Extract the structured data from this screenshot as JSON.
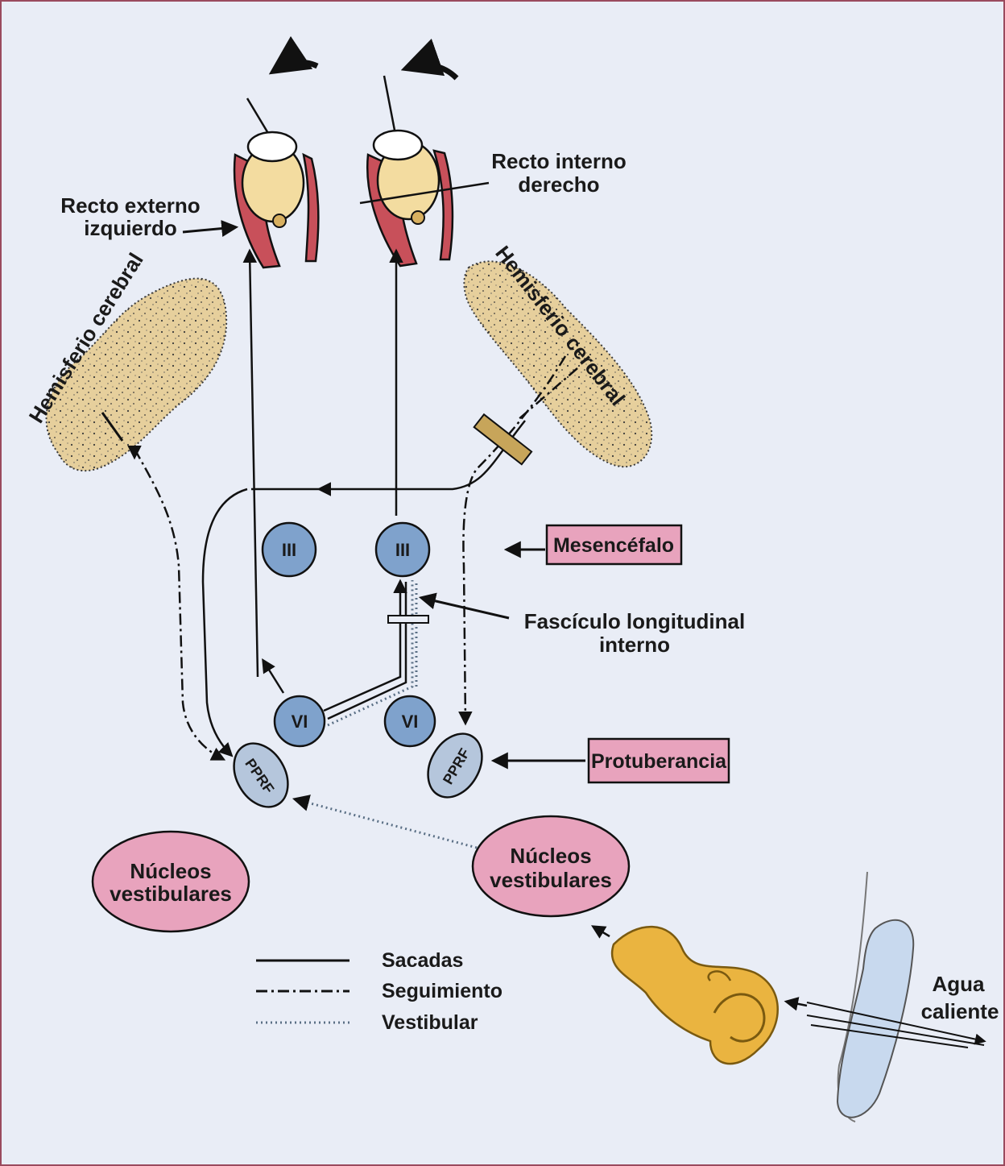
{
  "labels": {
    "recto_externo_1": "Recto externo",
    "recto_externo_2": "izquierdo",
    "recto_interno_1": "Recto interno",
    "recto_interno_2": "derecho",
    "hemisferio_left": "Hemisferio cerebral",
    "hemisferio_right": "Hemisferio cerebral",
    "mesencefalo": "Mesencéfalo",
    "protuberancia": "Protuberancia",
    "fasciculo_1": "Fascículo longitudinal",
    "fasciculo_2": "interno",
    "nucleos_left_1": "Núcleos",
    "nucleos_left_2": "vestibulares",
    "nucleos_right_1": "Núcleos",
    "nucleos_right_2": "vestibulares",
    "agua_1": "Agua",
    "agua_2": "caliente"
  },
  "nodes": {
    "iii_left": "III",
    "iii_right": "III",
    "vi_left": "VI",
    "vi_right": "VI",
    "pprf_left": "PPRF",
    "pprf_right": "PPRF"
  },
  "legend": [
    {
      "label": "Sacadas",
      "style": "solid"
    },
    {
      "label": "Seguimiento",
      "style": "dash-dot"
    },
    {
      "label": "Vestibular",
      "style": "dotted"
    }
  ],
  "colors": {
    "background": "#e9edf6",
    "frame": "#9a4a5e",
    "nucleus_blue": "#7fa2cc",
    "pink_box": "#e8a3bd",
    "muscle_red": "#c8505a",
    "eyeball": "#f3dca0",
    "brain_tan": "#e8d3a4",
    "ear_yellow": "#eab440",
    "ear_canal_blue": "#c8d9ee"
  }
}
